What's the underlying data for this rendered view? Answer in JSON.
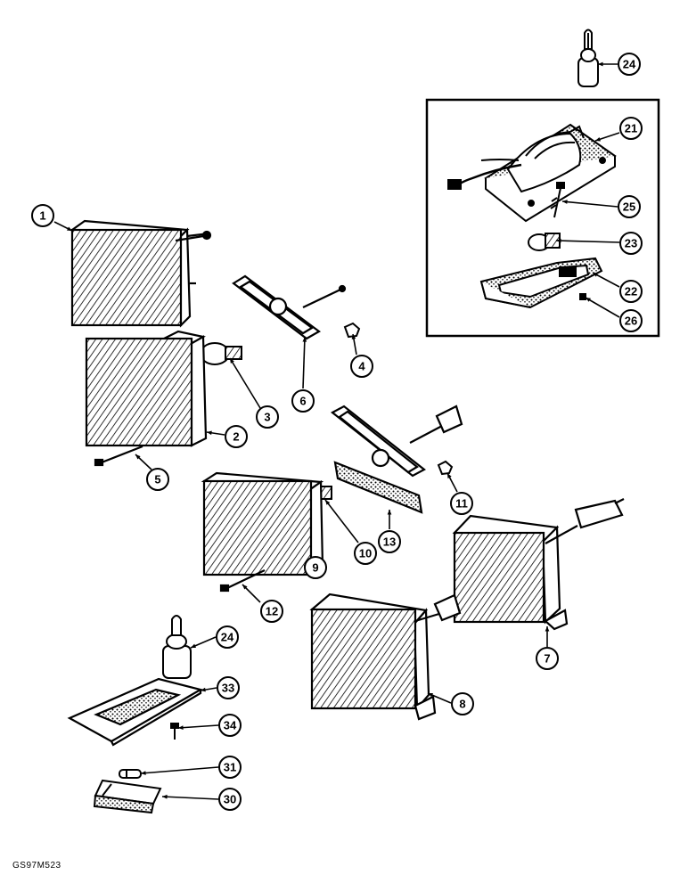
{
  "diagram": {
    "drawing_code": "GS97M523",
    "callouts": [
      "1",
      "2",
      "3",
      "4",
      "5",
      "6",
      "7",
      "8",
      "9",
      "10",
      "11",
      "12",
      "13",
      "21",
      "22",
      "23",
      "24",
      "24",
      "25",
      "26",
      "30",
      "31",
      "33",
      "34"
    ]
  }
}
